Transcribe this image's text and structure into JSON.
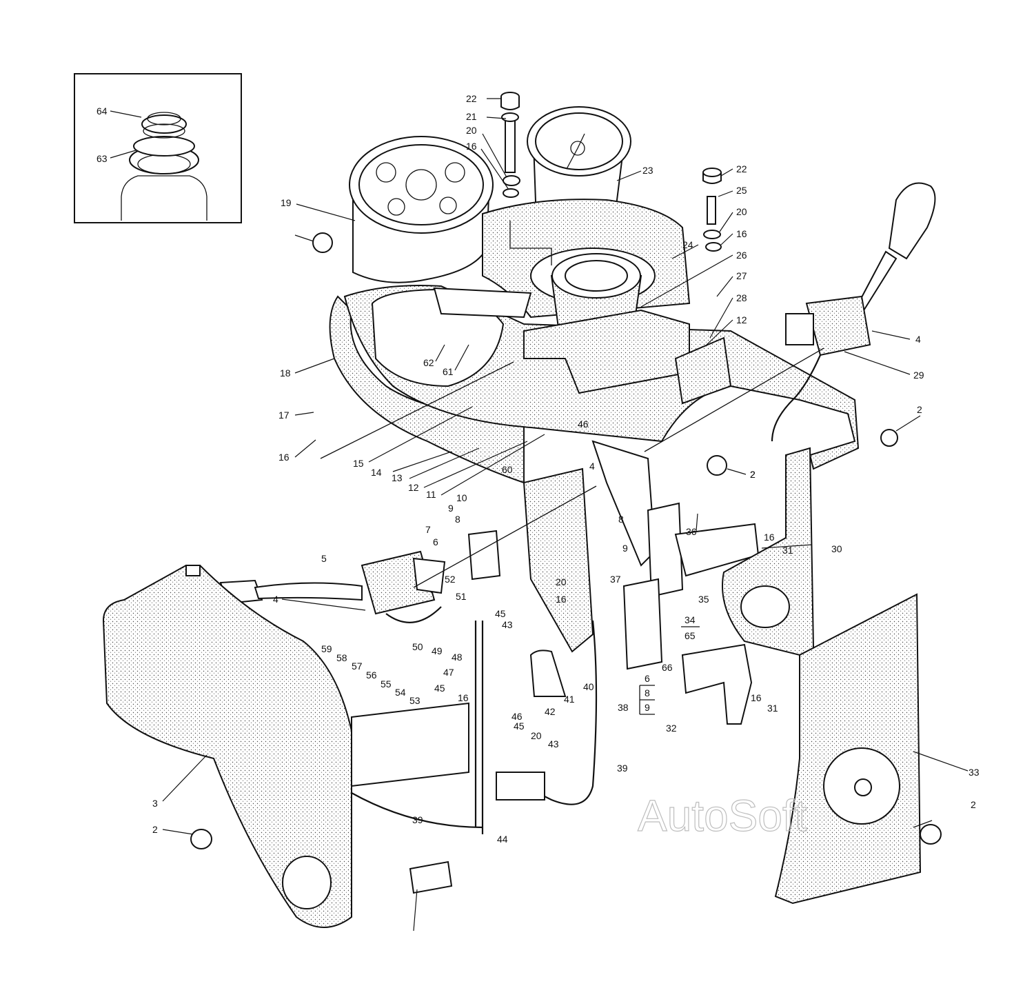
{
  "watermark": "AutoSoft",
  "callouts": [
    {
      "id": "c64",
      "text": "64"
    },
    {
      "id": "c63",
      "text": "63"
    },
    {
      "id": "c22a",
      "text": "22"
    },
    {
      "id": "c21",
      "text": "21"
    },
    {
      "id": "c20a",
      "text": "20"
    },
    {
      "id": "c16a",
      "text": "16"
    },
    {
      "id": "c19",
      "text": "19"
    },
    {
      "id": "c23",
      "text": "23"
    },
    {
      "id": "c22b",
      "text": "22"
    },
    {
      "id": "c25",
      "text": "25"
    },
    {
      "id": "c20b",
      "text": "20"
    },
    {
      "id": "c16b",
      "text": "16"
    },
    {
      "id": "c24",
      "text": "24"
    },
    {
      "id": "c26",
      "text": "26"
    },
    {
      "id": "c27",
      "text": "27"
    },
    {
      "id": "c28",
      "text": "28"
    },
    {
      "id": "c12a",
      "text": "12"
    },
    {
      "id": "c4a",
      "text": "4"
    },
    {
      "id": "c29",
      "text": "29"
    },
    {
      "id": "c2a",
      "text": "2"
    },
    {
      "id": "c18",
      "text": "18"
    },
    {
      "id": "c62",
      "text": "62"
    },
    {
      "id": "c61",
      "text": "61"
    },
    {
      "id": "c17",
      "text": "17"
    },
    {
      "id": "c16c",
      "text": "16"
    },
    {
      "id": "c15",
      "text": "15"
    },
    {
      "id": "c14",
      "text": "14"
    },
    {
      "id": "c13",
      "text": "13"
    },
    {
      "id": "c12b",
      "text": "12"
    },
    {
      "id": "c11",
      "text": "11"
    },
    {
      "id": "c46a",
      "text": "46"
    },
    {
      "id": "c2b",
      "text": "2"
    },
    {
      "id": "c60",
      "text": "60"
    },
    {
      "id": "c4b",
      "text": "4"
    },
    {
      "id": "c10",
      "text": "10"
    },
    {
      "id": "c9a",
      "text": "9"
    },
    {
      "id": "c8a",
      "text": "8"
    },
    {
      "id": "c8b",
      "text": "8"
    },
    {
      "id": "c9b",
      "text": "9"
    },
    {
      "id": "c2c",
      "text": "2"
    },
    {
      "id": "c36",
      "text": "36"
    },
    {
      "id": "c7",
      "text": "7"
    },
    {
      "id": "c6",
      "text": "6"
    },
    {
      "id": "c5",
      "text": "5"
    },
    {
      "id": "c16d",
      "text": "16"
    },
    {
      "id": "c31a",
      "text": "31"
    },
    {
      "id": "c30",
      "text": "30"
    },
    {
      "id": "c52",
      "text": "52"
    },
    {
      "id": "c20c",
      "text": "20"
    },
    {
      "id": "c16e",
      "text": "16"
    },
    {
      "id": "c37",
      "text": "37"
    },
    {
      "id": "c35",
      "text": "35"
    },
    {
      "id": "c51",
      "text": "51"
    },
    {
      "id": "c45a",
      "text": "45"
    },
    {
      "id": "c43a",
      "text": "43"
    },
    {
      "id": "c4c",
      "text": "4"
    },
    {
      "id": "c34",
      "text": "34"
    },
    {
      "id": "c65",
      "text": "65"
    },
    {
      "id": "c50",
      "text": "50"
    },
    {
      "id": "c49",
      "text": "49"
    },
    {
      "id": "c48",
      "text": "48"
    },
    {
      "id": "c47",
      "text": "47"
    },
    {
      "id": "c66",
      "text": "66"
    },
    {
      "id": "c59",
      "text": "59"
    },
    {
      "id": "c58",
      "text": "58"
    },
    {
      "id": "c57",
      "text": "57"
    },
    {
      "id": "c56",
      "text": "56"
    },
    {
      "id": "c55",
      "text": "55"
    },
    {
      "id": "c54",
      "text": "54"
    },
    {
      "id": "c53",
      "text": "53"
    },
    {
      "id": "c45b",
      "text": "45"
    },
    {
      "id": "c41",
      "text": "41"
    },
    {
      "id": "c40",
      "text": "40"
    },
    {
      "id": "c6b",
      "text": "6"
    },
    {
      "id": "c8c",
      "text": "8"
    },
    {
      "id": "c9c",
      "text": "9"
    },
    {
      "id": "c16f",
      "text": "16"
    },
    {
      "id": "c31b",
      "text": "31"
    },
    {
      "id": "c42",
      "text": "42"
    },
    {
      "id": "c46b",
      "text": "46"
    },
    {
      "id": "c38",
      "text": "38"
    },
    {
      "id": "c32",
      "text": "32"
    },
    {
      "id": "c16g",
      "text": "16"
    },
    {
      "id": "c45c",
      "text": "45"
    },
    {
      "id": "c20d",
      "text": "20"
    },
    {
      "id": "c43b",
      "text": "43"
    },
    {
      "id": "c39a",
      "text": "39"
    },
    {
      "id": "c33",
      "text": "33"
    },
    {
      "id": "c3",
      "text": "3"
    },
    {
      "id": "c2d",
      "text": "2"
    },
    {
      "id": "c39b",
      "text": "39"
    },
    {
      "id": "c44",
      "text": "44"
    },
    {
      "id": "c2e",
      "text": "2"
    }
  ]
}
